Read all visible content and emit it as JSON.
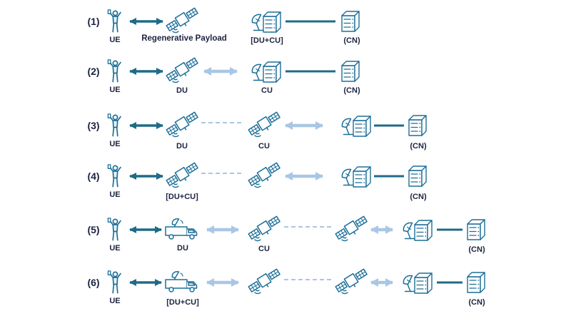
{
  "diagram": {
    "title_visible": false,
    "colors": {
      "dark_link": "#1f6b87",
      "light_link": "#a9c7e4",
      "dashed_link": "#8fb4d9",
      "icon_stroke": "#1d6f98",
      "text": "#1c2340"
    },
    "rows": [
      {
        "num": "(1)",
        "ue": "UE",
        "node": "Regenerative Payload",
        "ground": "[DU+CU]",
        "cn": "(CN)"
      },
      {
        "num": "(2)",
        "ue": "UE",
        "node": "DU",
        "ground": "CU",
        "cn": "(CN)"
      },
      {
        "num": "(3)",
        "ue": "UE",
        "node": "DU",
        "sat2": "CU",
        "cn": "(CN)"
      },
      {
        "num": "(4)",
        "ue": "UE",
        "node": "[DU+CU]",
        "cn": "(CN)"
      },
      {
        "num": "(5)",
        "ue": "UE",
        "node": "DU",
        "sat2": "CU",
        "cn": "(CN)"
      },
      {
        "num": "(6)",
        "ue": "UE",
        "node": "[DU+CU]",
        "cn": "(CN)"
      }
    ]
  }
}
